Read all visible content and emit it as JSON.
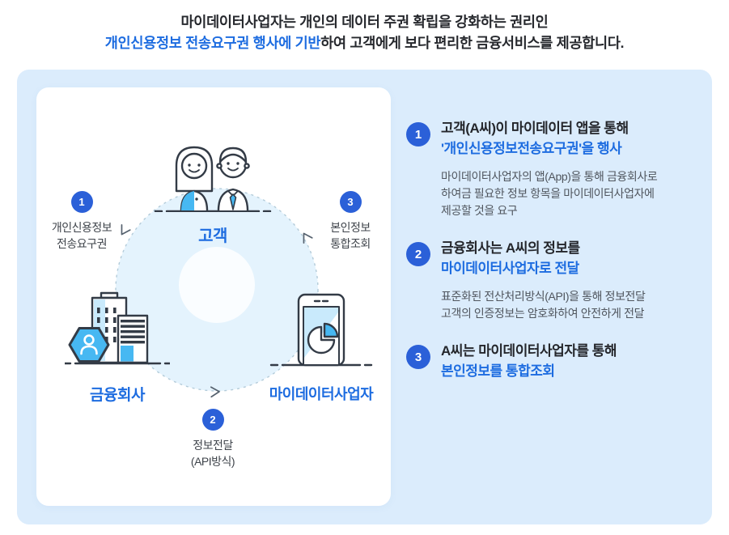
{
  "header": {
    "line1": "마이데이터사업자는 개인의 데이터 주권 확립을 강화하는 권리인",
    "line2_highlight": "개인신용정보 전송요구권 행사에 기반",
    "line2_rest": "하여 고객에게 보다 편리한 금융서비스를 제공합니다."
  },
  "diagram": {
    "customer_label": "고객",
    "financial_label": "금융회사",
    "mydata_label": "마이데이터사업자",
    "step1_number": "1",
    "step1_label": "개인신용정보\n전송요구권",
    "step2_number": "2",
    "step2_label": "정보전달\n(API방식)",
    "step3_number": "3",
    "step3_label": "본인정보\n통합조회",
    "icons": {
      "customer": "two-people-icon",
      "financial": "building-with-person-hexagon-icon",
      "mydata": "smartphone-pie-chart-icon",
      "flow": "dashed-circle-with-arrow-chevrons"
    }
  },
  "steps_panel": [
    {
      "number": "1",
      "title_line1": "고객(A씨)이 마이데이터 앱을 통해",
      "title_line2": "'개인신용정보전송요구권'을 행사",
      "body": "마이데이터사업자의 앱(App)을 통해 금융회사로\n하여금 필요한 정보 항목을 마이데이터사업자에\n제공할 것을 요구"
    },
    {
      "number": "2",
      "title_line1": "금융회사는 A씨의 정보를",
      "title_line2": "마이데이터사업자로 전달",
      "body": "표준화된 전산처리방식(API)을 통해 정보전달\n고객의 인증정보는 암호화하여 안전하게 전달"
    },
    {
      "number": "3",
      "title_line1": "A씨는 마이데이터사업자를 통해",
      "title_line2": "본인정보를 통합조회",
      "body": ""
    }
  ],
  "colors": {
    "accent_blue": "#1d6ce0",
    "badge_blue": "#2b60d8",
    "panel_background": "#dbecfc",
    "circle_fill": "#e4f3fd",
    "icon_cyan": "#47b8f2",
    "icon_light_blue": "#c9eafc",
    "icon_stroke": "#333b46",
    "text_dark": "#26282d",
    "text_gray": "#50565e"
  }
}
